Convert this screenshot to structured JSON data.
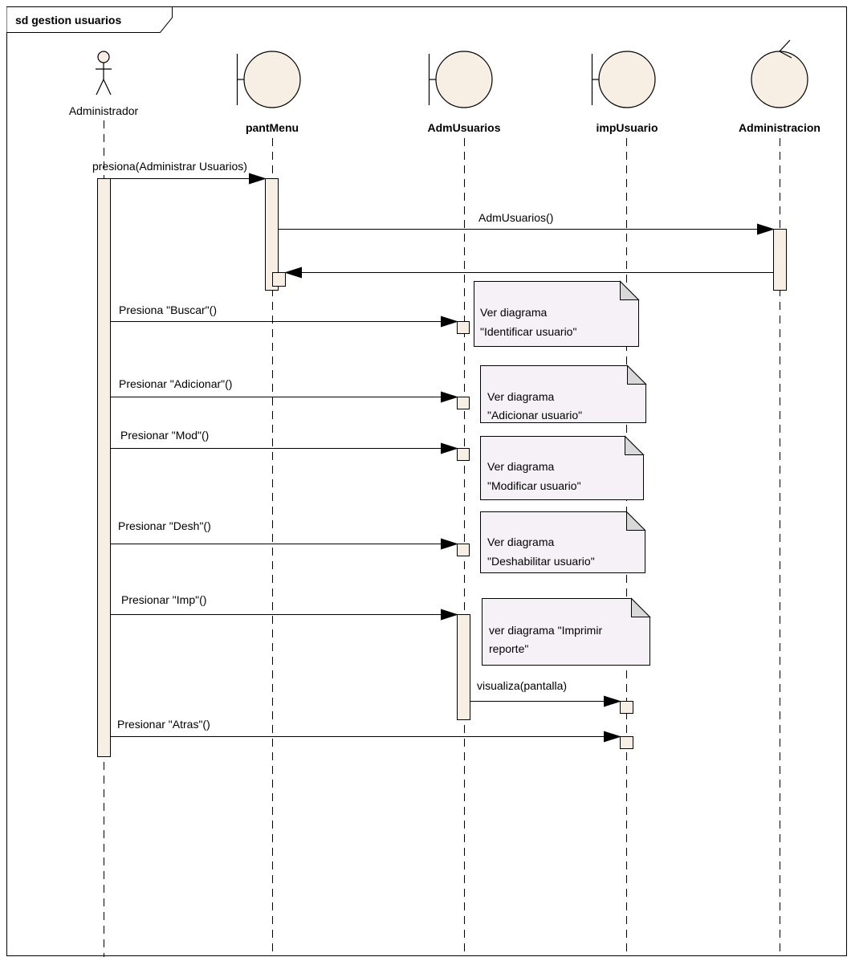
{
  "frame": {
    "title": "sd gestion usuarios"
  },
  "colors": {
    "shape_fill": "#f7efe3",
    "note_fill": "#f6f1f6",
    "note_fold": "#d8d8d8",
    "line": "#000000"
  },
  "lifelines": [
    {
      "id": "administrador",
      "name": "Administrador",
      "kind": "actor"
    },
    {
      "id": "pantmenu",
      "name": "pantMenu",
      "kind": "boundary"
    },
    {
      "id": "admusuarios",
      "name": "AdmUsuarios",
      "kind": "boundary"
    },
    {
      "id": "impusuario",
      "name": "impUsuario",
      "kind": "boundary"
    },
    {
      "id": "administracion",
      "name": "Administracion",
      "kind": "control"
    }
  ],
  "messages": [
    {
      "id": "m1",
      "label": "presiona(Administrar Usuarios)",
      "from": "administrador",
      "to": "pantmenu"
    },
    {
      "id": "m2",
      "label": "AdmUsuarios()",
      "from": "pantmenu",
      "to": "administracion"
    },
    {
      "id": "m3",
      "label": "",
      "from": "administracion",
      "to": "pantmenu",
      "kind": "return"
    },
    {
      "id": "m4",
      "label": "Presiona \"Buscar\"()",
      "from": "administrador",
      "to": "admusuarios"
    },
    {
      "id": "m5",
      "label": "Presionar \"Adicionar\"()",
      "from": "administrador",
      "to": "admusuarios"
    },
    {
      "id": "m6",
      "label": "Presionar \"Mod\"()",
      "from": "administrador",
      "to": "admusuarios"
    },
    {
      "id": "m7",
      "label": "Presionar \"Desh\"()",
      "from": "administrador",
      "to": "admusuarios"
    },
    {
      "id": "m8",
      "label": "Presionar \"Imp\"()",
      "from": "administrador",
      "to": "admusuarios"
    },
    {
      "id": "m9",
      "label": "visualiza(pantalla)",
      "from": "admusuarios",
      "to": "impusuario"
    },
    {
      "id": "m10",
      "label": "Presionar \"Atras\"()",
      "from": "administrador",
      "to": "impusuario"
    }
  ],
  "notes": [
    {
      "id": "n1",
      "lines": [
        "Ver diagrama",
        "\"Identificar usuario\""
      ]
    },
    {
      "id": "n2",
      "lines": [
        "Ver diagrama",
        "\"Adicionar usuario\""
      ]
    },
    {
      "id": "n3",
      "lines": [
        "Ver diagrama",
        "\"Modificar usuario\""
      ]
    },
    {
      "id": "n4",
      "lines": [
        "Ver diagrama",
        "\"Deshabilitar usuario\""
      ]
    },
    {
      "id": "n5",
      "lines": [
        "ver diagrama \"Imprimir",
        "reporte\""
      ]
    }
  ]
}
